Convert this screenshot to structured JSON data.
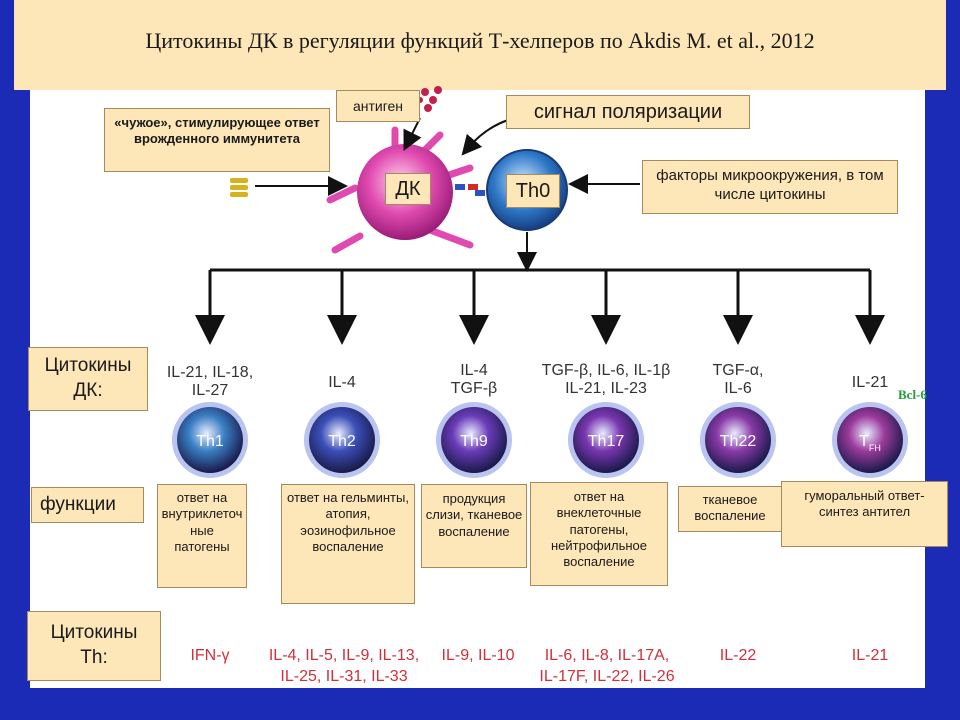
{
  "title": "Цитокины ДК в регуляции функций Т-хелперов по Akdis M. et al., 2012",
  "top": {
    "foreign": "«чужое», стимулирующее ответ врожденного иммунитета",
    "antigen": "антиген",
    "polarization": "сигнал поляризации",
    "microenv": "факторы микроокружения, в том числе цитокины",
    "dc": "ДК",
    "th0": "Th0"
  },
  "row_labels": {
    "dc_cytokines": "Цитокины ДК:",
    "functions": "функции",
    "th_cytokines": "Цитокины Th:"
  },
  "bcl6": "Bcl-6",
  "cells": [
    {
      "name": "Th1",
      "sub": "",
      "dc_cytokines": [
        "IL-21, IL-18,",
        "IL-27"
      ],
      "function": "ответ на внутриклеточ ные патогены",
      "th_cytokines": [
        "IFN-γ"
      ],
      "color": "#3a7fc4"
    },
    {
      "name": "Th2",
      "sub": "",
      "dc_cytokines": [
        "IL-4"
      ],
      "function": "ответ на гельминты, атопия, эозинофильное воспаление",
      "th_cytokines": [
        "IL-4, IL-5, IL-9, IL-13,",
        "IL-25, IL-31, IL-33"
      ],
      "color": "#3b4fb8"
    },
    {
      "name": "Th9",
      "sub": "",
      "dc_cytokines": [
        "IL-4",
        "TGF-β"
      ],
      "function": "продукция слизи, тканевое воспаление",
      "th_cytokines": [
        "IL-9, IL-10"
      ],
      "color": "#6a3cb8"
    },
    {
      "name": "Th17",
      "sub": "",
      "dc_cytokines": [
        "TGF-β, IL-6, IL-1β",
        "IL-21, IL-23"
      ],
      "function": "ответ на внеклеточные патогены, нейтрофильное воспаление",
      "th_cytokines": [
        "IL-6, IL-8, IL-17A,",
        "IL-17F, IL-22, IL-26"
      ],
      "color": "#7a36b0"
    },
    {
      "name": "Th22",
      "sub": "",
      "dc_cytokines": [
        "TGF-α,",
        "IL-6"
      ],
      "function": "тканевое воспаление",
      "th_cytokines": [
        "IL-22"
      ],
      "color": "#8a3aa8"
    },
    {
      "name": "T",
      "sub": "FH",
      "dc_cytokines": [
        "IL-21"
      ],
      "function": "гуморальный ответ-синтез антител",
      "th_cytokines": [
        "IL-21"
      ],
      "color": "#9c3a9c"
    }
  ],
  "colors": {
    "background": "#1c2bb5",
    "note": "#fde6b8",
    "dc_cell": "#e04ab0",
    "th0_cell": "#2e78c8",
    "th_cytokine_text": "#d0303a",
    "bcl6": "#1f9e3a"
  }
}
